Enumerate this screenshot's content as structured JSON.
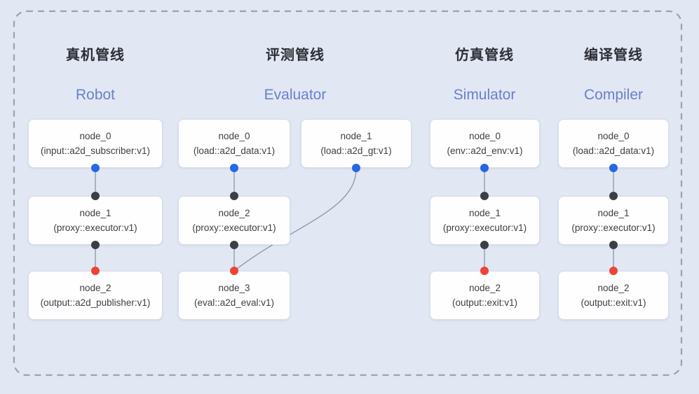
{
  "colors": {
    "background": "#e2e7f4",
    "frame_border": "#9aa2b1",
    "title_zh": "#2c2e34",
    "title_en": "#6880ca",
    "node_bg": "#fefefe",
    "node_border": "#d8dce5",
    "node_text": "#3c3e44",
    "edge": "#8d95a7",
    "port_source": "#2667e2",
    "port_proxy": "#3c3e43",
    "port_sink": "#ee4433"
  },
  "pipelines": [
    {
      "title_zh": "真机管线",
      "title_en": "Robot",
      "nodes": [
        {
          "name": "node_0",
          "type": "(input::a2d_subscriber:v1)"
        },
        {
          "name": "node_1",
          "type": "(proxy::executor:v1)"
        },
        {
          "name": "node_2",
          "type": "(output::a2d_publisher:v1)"
        }
      ]
    },
    {
      "title_zh": "评测管线",
      "title_en": "Evaluator",
      "nodes": [
        {
          "name": "node_0",
          "type": "(load::a2d_data:v1)"
        },
        {
          "name": "node_1",
          "type": "(load::a2d_gt:v1)"
        },
        {
          "name": "node_2",
          "type": "(proxy::executor:v1)"
        },
        {
          "name": "node_3",
          "type": "(eval::a2d_eval:v1)"
        }
      ]
    },
    {
      "title_zh": "仿真管线",
      "title_en": "Simulator",
      "nodes": [
        {
          "name": "node_0",
          "type": "(env::a2d_env:v1)"
        },
        {
          "name": "node_1",
          "type": "(proxy::executor:v1)"
        },
        {
          "name": "node_2",
          "type": "(output::exit:v1)"
        }
      ]
    },
    {
      "title_zh": "编译管线",
      "title_en": "Compiler",
      "nodes": [
        {
          "name": "node_0",
          "type": "(load::a2d_data:v1)"
        },
        {
          "name": "node_1",
          "type": "(proxy::executor:v1)"
        },
        {
          "name": "node_2",
          "type": "(output::exit:v1)"
        }
      ]
    }
  ]
}
